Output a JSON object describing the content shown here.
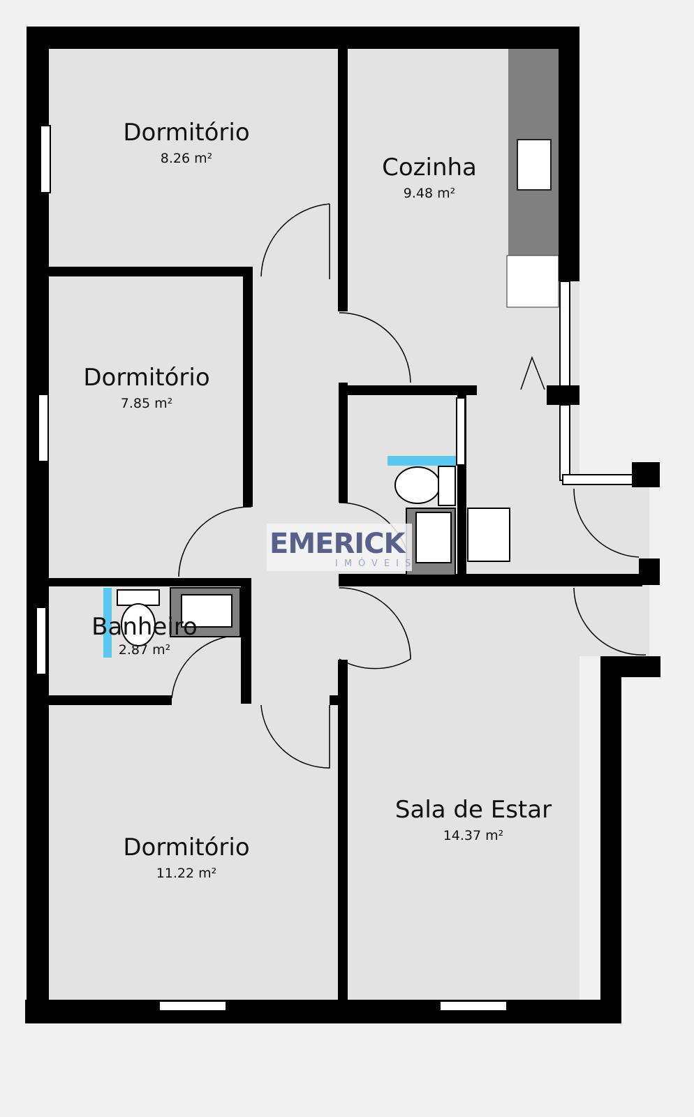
{
  "rooms": [
    {
      "name": "Dormitório",
      "area": "8.26 m²"
    },
    {
      "name": "Cozinha",
      "area": "9.48 m²"
    },
    {
      "name": "Dormitório",
      "area": "7.85 m²"
    },
    {
      "name": "Banheiro",
      "area": "2.87 m²"
    },
    {
      "name": "Dormitório",
      "area": "11.22 m²"
    },
    {
      "name": "Sala de Estar",
      "area": "14.37 m²"
    }
  ],
  "watermark": {
    "brand": "EMERICK",
    "sub": "IMÓVEIS"
  },
  "colors": {
    "wall": "#000000",
    "floor": "#e3e3e3",
    "background": "#f1f1f1",
    "counter": "#808080",
    "water": "#5ac8f0"
  }
}
